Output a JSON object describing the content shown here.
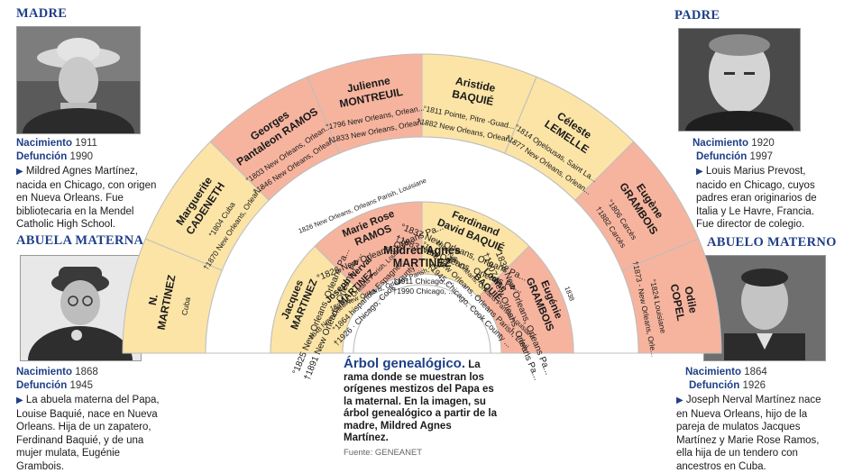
{
  "madre": {
    "heading": "MADRE",
    "nac_label": "Nacimiento",
    "nac": "1911",
    "def_label": "Defunción",
    "def": "1990",
    "bio": "Mildred Agnes Martínez, nacida en Chicago, con origen en Nueva Orleans. Fue bibliotecaria en la Mendel Catholic High School."
  },
  "padre": {
    "heading": "PADRE",
    "nac_label": "Nacimiento",
    "nac": "1920",
    "def_label": "Defunción",
    "def": "1997",
    "bio": "Louis Marius Prevost, nacido en Chicago, cuyos padres eran originarios de Italia y Le Havre, Francia. Fue director de colegio."
  },
  "abuela": {
    "heading": "ABUELA MATERNA",
    "nac_label": "Nacimiento",
    "nac": "1868",
    "def_label": "Defunción",
    "def": "1945",
    "bio": "La abuela materna del Papa, Louise Baquié, nace en Nueva Orleans. Hija de un zapatero, Ferdinand Baquié, y de una mujer mulata, Eugénie Grambois."
  },
  "abuelo": {
    "heading": "ABUELO MATERNO",
    "nac_label": "Nacimiento",
    "nac": "1864",
    "def_label": "Defunción",
    "def": "1926",
    "bio": "Joseph Nerval Martínez nace en Nueva Orleans, hijo de la pareja de mulatos Jacques Martínez y Marie Rose Ramos, ella hija de un tendero con ancestros en Cuba."
  },
  "center": {
    "name1": "Mildred Agnes",
    "name2": "MARTINEZ",
    "birth": "°1911 Chicago, ...",
    "death": "†1990 Chicago, ..."
  },
  "ring1": [
    {
      "name1": "Joseph Nerval",
      "name2": "MARTINEZ",
      "l1": "°1864 hispanola Espagne",
      "l2": "†1926 · Chicago, Cook County",
      "outer": "1887 New Orleans, Orleans Parish, Louisiane"
    },
    {
      "name1": "Louise",
      "name2": "BAQUIÉ",
      "l1": "°1868 New Orleans, Orleans Parish, Loui...",
      "l2": "†1945 Chicago, Cook County ...",
      "outer": ""
    }
  ],
  "ring2": [
    {
      "name1": "Jacques",
      "name2": "MARTINEZ",
      "l1": "°1825 New Orleans, Orleans Pa...",
      "l2": "†1891 New Orleans, Orleans Pa..."
    },
    {
      "name1": "Marie Rose",
      "name2": "RAMOS",
      "l1": "°1826 New Orleans, Orleans Pa...",
      "l2": ""
    },
    {
      "name1": "Ferdinand",
      "name2": "David BAQUIÉ",
      "l1": "°1837 New Orleans, Orleans Pa...",
      "l2": "†1883 New Orleans, Orleans Pa..."
    },
    {
      "name1": "Eugénie",
      "name2": "GRAMBOIS",
      "l1": "°1838 New Orleans, Orleans Pa...",
      "l2": "†1907 New Orleans, Orleans Pa..."
    }
  ],
  "ring2_marriages": [
    "1848 New Orleans, Orleans Parish, Louisiane",
    "1864 New Orleans, Orleans Parish, Louisiane"
  ],
  "ring3": [
    {
      "name1": "N.",
      "name2": "MARTINEZ",
      "l1": "Cuba",
      "l2": ""
    },
    {
      "name1": "Marguerite",
      "name2": "CADENETH",
      "l1": "°1804 Cuba",
      "l2": "†1870 New Orleans, Orlean..."
    },
    {
      "name1": "Georges",
      "name2": "Pantaleon RAMOS",
      "l1": "°1803 New Orleans, Orlean...",
      "l2": "†1846 New Orleans, Orlean..."
    },
    {
      "name1": "Julienne",
      "name2": "MONTREUIL",
      "l1": "°1796 New Orleans, Orlean...",
      "l2": "†1833 New Orleans, Orlean..."
    },
    {
      "name1": "Aristide",
      "name2": "BAQUIÉ",
      "l1": "°1811 Pointe, Pitre -Guad...",
      "l2": "†1882 New Orleans, Orlean..."
    },
    {
      "name1": "Céleste",
      "name2": "LEMELLE",
      "l1": "°1814 Opelousas, Saint La...",
      "l2": "†1877 New Orleans, Orlean..."
    },
    {
      "name1": "Eugène",
      "name2": "GRAMBOIS",
      "l1": "°1806 Carcès",
      "l2": "†1882 Carcès"
    },
    {
      "name1": "Odile",
      "name2": "COPEL",
      "l1": "°1824 Louisiane",
      "l2": "†1873 - New Orleans, Orle..."
    }
  ],
  "ring3_marriages": [
    "1826 New Orleans, Orleans Parish, Louisiane",
    "1838"
  ],
  "caption": {
    "title": "Árbol genealógico.",
    "text": "La rama donde se muestran los orígenes mestizos del Papa es la maternal. En la imagen, su árbol genealógico a partir de la madre, Mildred Agnes Martínez.",
    "source": "Fuente: GENEANET"
  },
  "colors": {
    "salmon": "#f6b49e",
    "yellow": "#fbe4a6",
    "white": "#ffffff",
    "blue": "#1e3f87",
    "line": "#c9c9c9"
  }
}
